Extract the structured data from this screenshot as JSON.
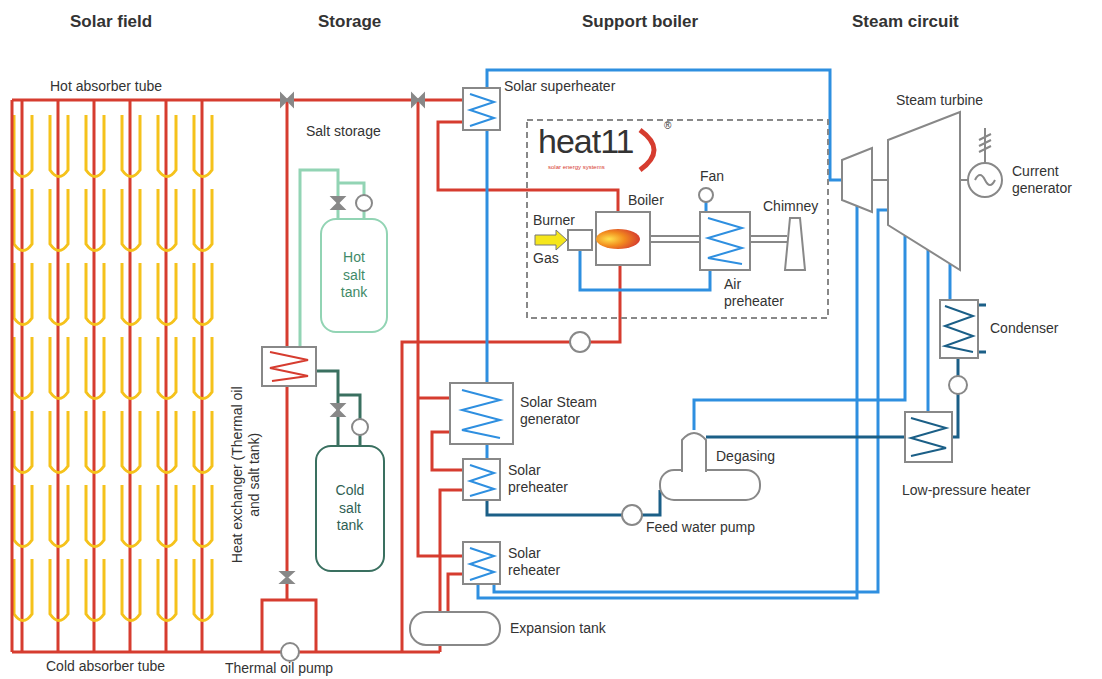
{
  "diagram": {
    "nodes": [
      {
        "text": [
          "Hot salt tank"
        ]
      },
      {
        "text": [
          "Cold salt tank"
        ]
      }
    ],
    "labels": [
      "Solar field",
      "Storage",
      "Support boiler",
      "Steam circuit",
      "Hot absorber tube",
      "Cold absorber tube",
      "Thermal oil pump",
      "Salt storage",
      "Heat exchanger (Thermal oil and salt tank)",
      "heat11",
      "solar energy systems",
      "®",
      "Burner",
      "Gas",
      "Boiler",
      "Fan",
      "Chimney",
      "Air preheater",
      "Solar superheater",
      "Solar Steam generator",
      "Solar preheater",
      "Solar reheater",
      "Expansion tank",
      "Feed water pump",
      "Degasing",
      "Steam turbine",
      "Current generator",
      "Condenser",
      "Low-pressure heater"
    ]
  }
}
